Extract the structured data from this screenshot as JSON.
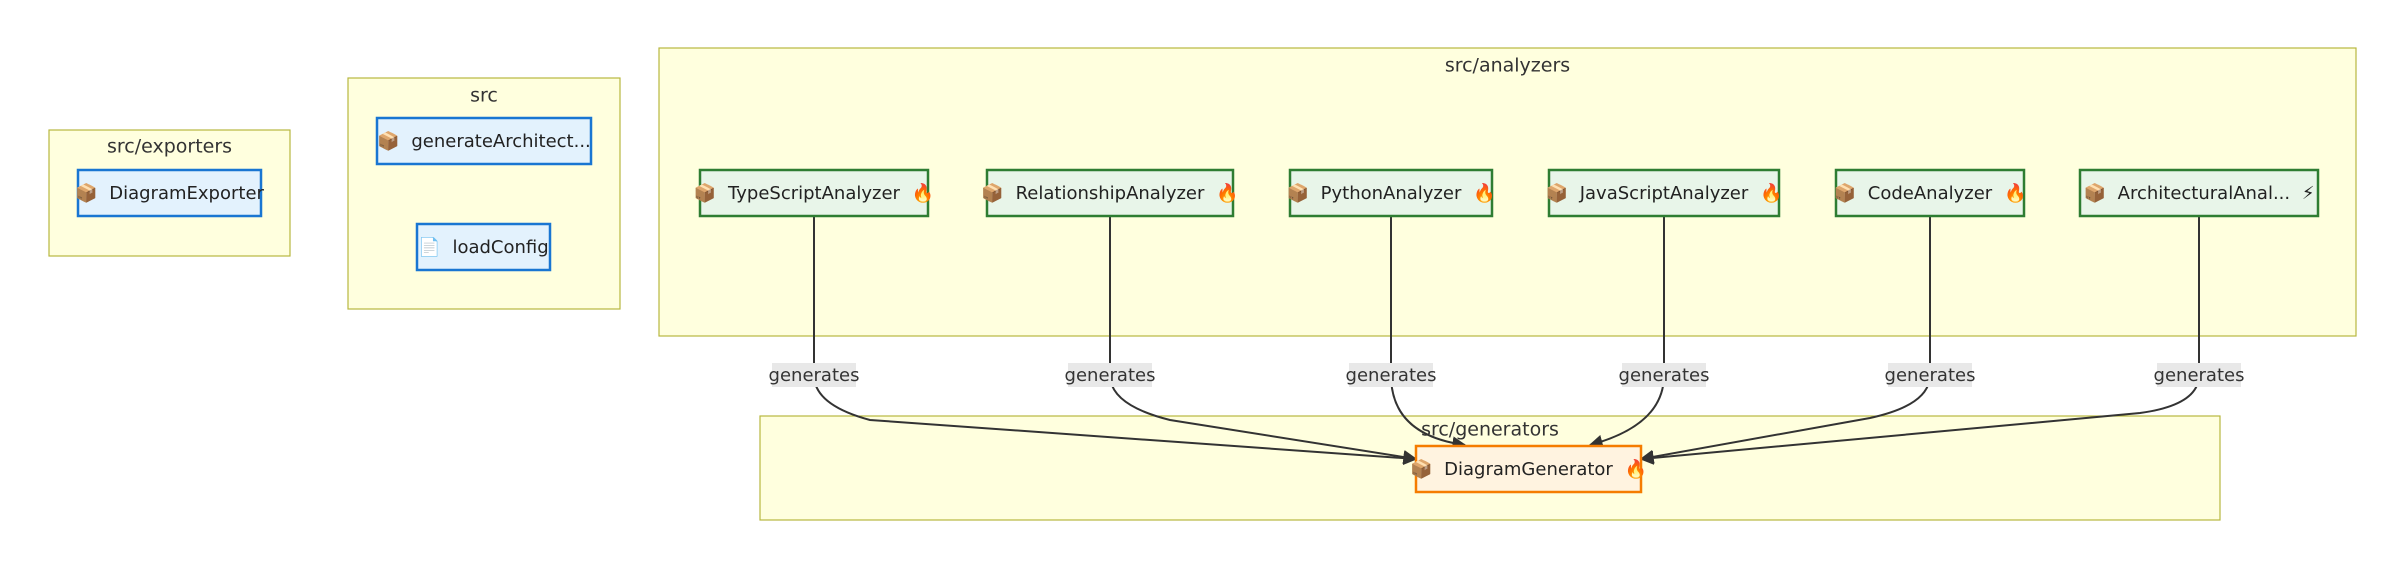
{
  "clusters": {
    "exporters": {
      "label": "src/exporters"
    },
    "src": {
      "label": "src"
    },
    "analyzers": {
      "label": "src/analyzers"
    },
    "generators": {
      "label": "src/generators"
    }
  },
  "nodes": {
    "diagram_exporter": {
      "icon": "📦",
      "label": "DiagramExporter",
      "badge": ""
    },
    "generate_architect": {
      "icon": "📦",
      "label": "generateArchitect...",
      "badge": ""
    },
    "load_config": {
      "icon": "📄",
      "label": "loadConfig",
      "badge": ""
    },
    "typescript_analyzer": {
      "icon": "📦",
      "label": "TypeScriptAnalyzer",
      "badge": "🔥"
    },
    "relationship_analyzer": {
      "icon": "📦",
      "label": "RelationshipAnalyzer",
      "badge": "🔥"
    },
    "python_analyzer": {
      "icon": "📦",
      "label": "PythonAnalyzer",
      "badge": "🔥"
    },
    "javascript_analyzer": {
      "icon": "📦",
      "label": "JavaScriptAnalyzer",
      "badge": "🔥"
    },
    "code_analyzer": {
      "icon": "📦",
      "label": "CodeAnalyzer",
      "badge": "🔥"
    },
    "architectural_analyzer": {
      "icon": "📦",
      "label": "ArchitecturalAnal...",
      "badge": "⚡"
    },
    "diagram_generator": {
      "icon": "📦",
      "label": "DiagramGenerator",
      "badge": "🔥"
    }
  },
  "edges": [
    {
      "from": "TypeScriptAnalyzer",
      "to": "DiagramGenerator",
      "label": "generates"
    },
    {
      "from": "RelationshipAnalyzer",
      "to": "DiagramGenerator",
      "label": "generates"
    },
    {
      "from": "PythonAnalyzer",
      "to": "DiagramGenerator",
      "label": "generates"
    },
    {
      "from": "JavaScriptAnalyzer",
      "to": "DiagramGenerator",
      "label": "generates"
    },
    {
      "from": "CodeAnalyzer",
      "to": "DiagramGenerator",
      "label": "generates"
    },
    {
      "from": "ArchitecturalAnal...",
      "to": "DiagramGenerator",
      "label": "generates"
    }
  ],
  "colors": {
    "cluster_fill": "#ffffde",
    "cluster_stroke": "#b8b83f",
    "blue_node_fill": "#e3f2fd",
    "blue_node_stroke": "#1976d2",
    "green_node_fill": "#e8f5e9",
    "green_node_stroke": "#2e7d32",
    "orange_node_fill": "#fff3e0",
    "orange_node_stroke": "#f57c00",
    "edge_stroke": "#333333",
    "edge_label_bg": "#e8e8e8"
  }
}
